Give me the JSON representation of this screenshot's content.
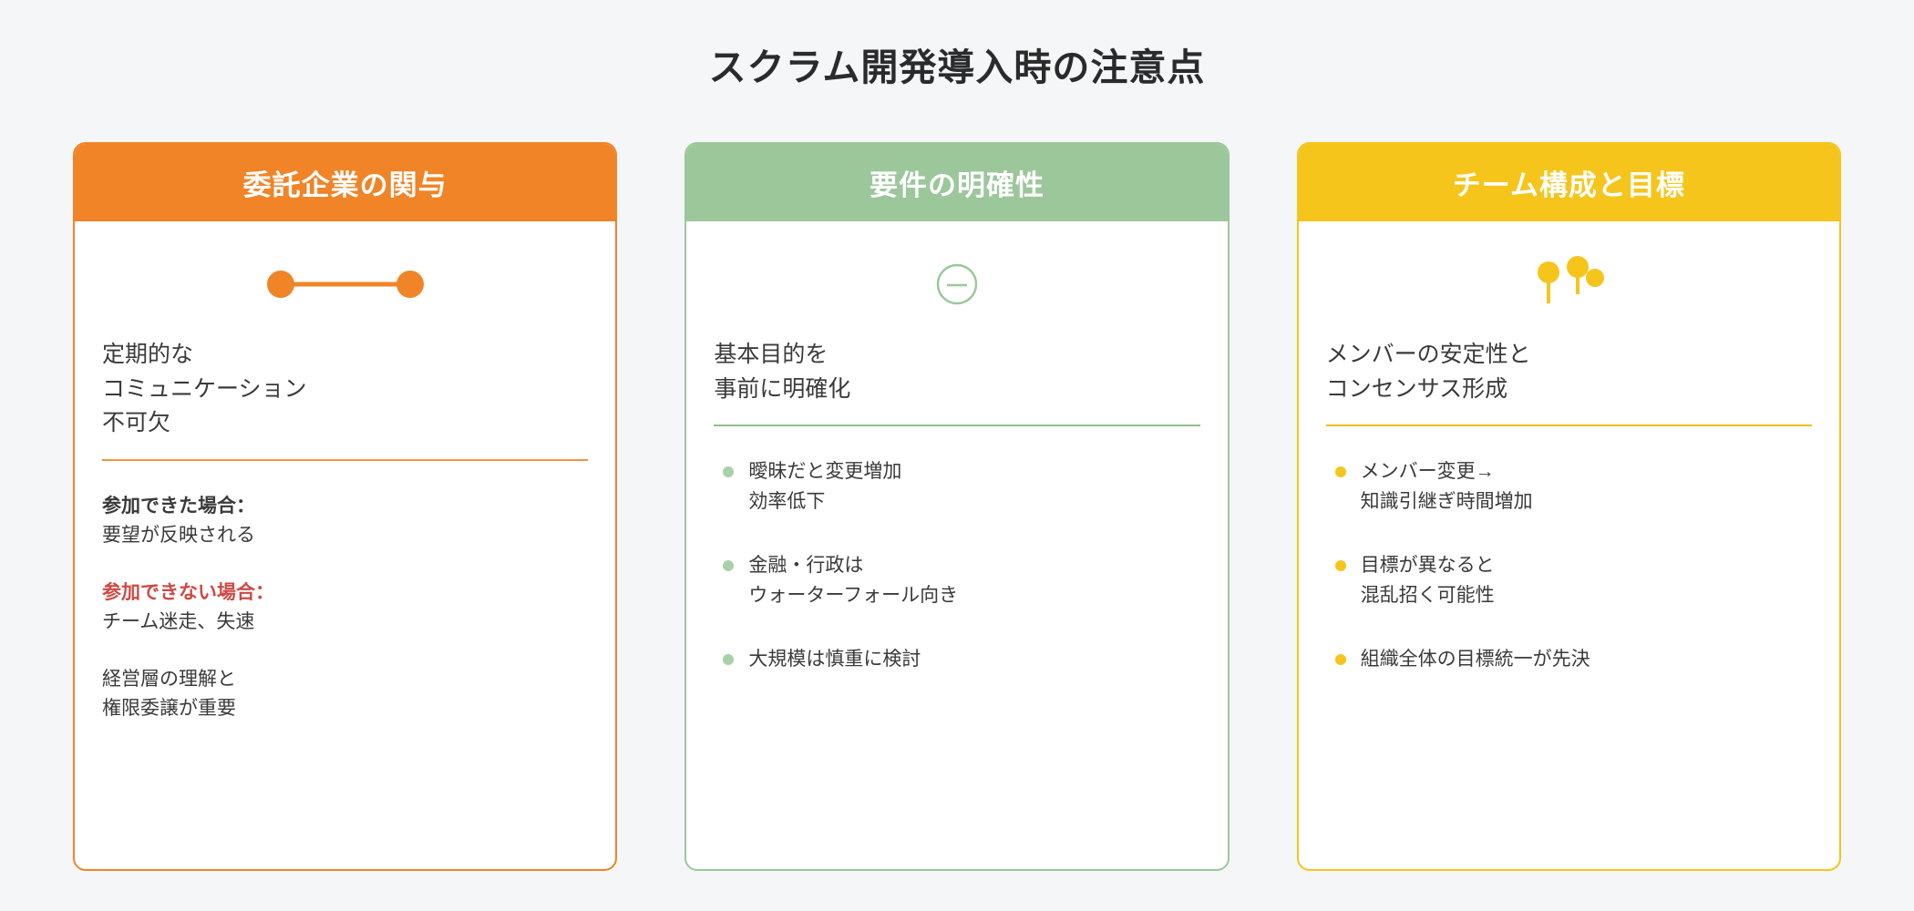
{
  "page": {
    "title": "スクラム開発導入時の注意点"
  },
  "colors": {
    "background": "#f4f6f8",
    "orange": "#f08427",
    "green": "#9cc79b",
    "yellow": "#f5c51c",
    "warning_red": "#cd4a43",
    "text": "#3a3a3a"
  },
  "cards": [
    {
      "theme": "orange",
      "header": "委託企業の関与",
      "icon": "connected-nodes-icon",
      "lead": "定期的な\nコミュニケーション\n不可欠",
      "success_label": "参加できた場合：",
      "success_text": "要望が反映される",
      "failure_label": "参加できない場合：",
      "failure_text": "チーム迷走、失速",
      "note": "経営層の理解と\n権限委譲が重要"
    },
    {
      "theme": "green",
      "header": "要件の明確性",
      "icon": "neutral-face-icon",
      "lead": "基本目的を\n事前に明確化",
      "bullets": [
        "曖昧だと変更増加\n効率低下",
        "金融・行政は\nウォーターフォール向き",
        "大規模は慎重に検討"
      ]
    },
    {
      "theme": "yellow",
      "header": "チーム構成と目標",
      "icon": "map-pins-icon",
      "lead": "メンバーの安定性と\nコンセンサス形成",
      "bullets": [
        "メンバー変更→\n知識引継ぎ時間増加",
        "目標が異なると\n混乱招く可能性",
        "組織全体の目標統一が先決"
      ]
    }
  ]
}
